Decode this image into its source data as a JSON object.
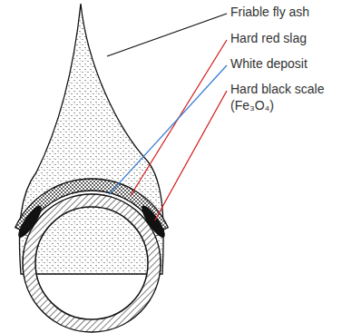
{
  "diagram": {
    "labels": [
      "Friable fly ash",
      "Hard red slag",
      "White deposit",
      "Hard black scale (Fe₃O₄)"
    ]
  }
}
